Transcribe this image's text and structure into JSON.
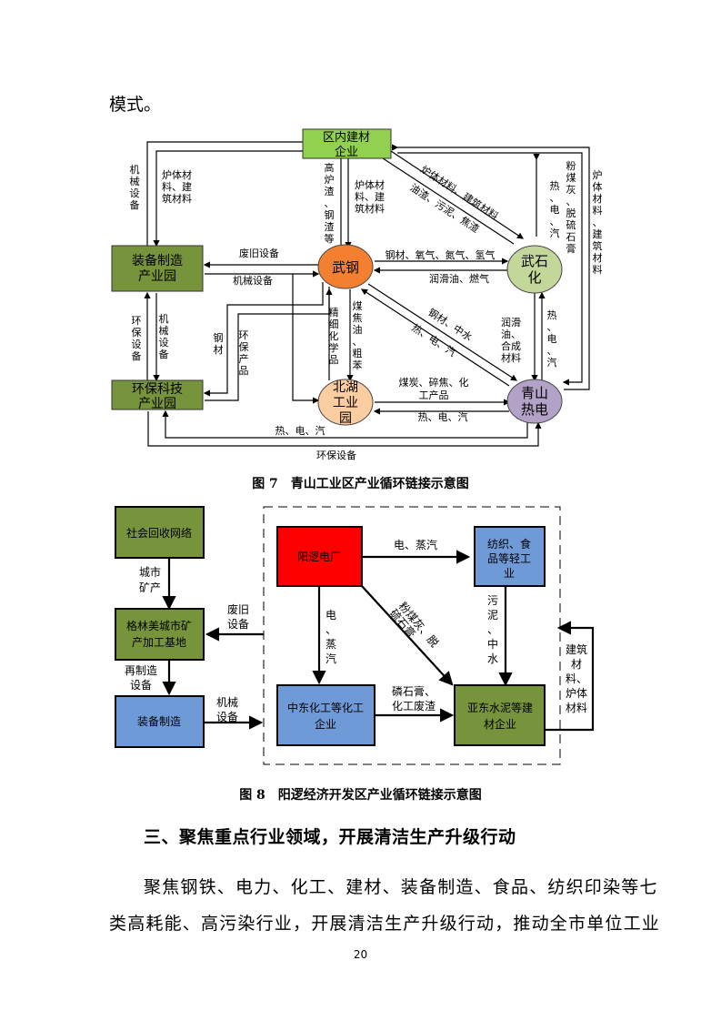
{
  "page": {
    "lead_text": "模式。",
    "heading": "三、聚焦重点行业领域，开展清洁生产升级行动",
    "paragraph_line1": "聚焦钢铁、电力、化工、建材、装备制造、食品、纺织印染等七",
    "paragraph_line2": "类高耗能、高污染行业，开展清洁生产升级行动，推动全市单位工业",
    "page_number": "20"
  },
  "figure7": {
    "caption": "图 7　青山工业区产业循环链接示意图",
    "nodes": {
      "building_materials": [
        "区内建材",
        "企业"
      ],
      "equipment_park": [
        "装备制造",
        "产业园"
      ],
      "wisco": [
        "武钢"
      ],
      "wuhan_petrochem": [
        "武石",
        "化"
      ],
      "env_tech_park": [
        "环保科技",
        "产业园"
      ],
      "beihu_park": [
        "北湖",
        "工业",
        "园"
      ],
      "qingshan_power": [
        "青山",
        "热电"
      ]
    },
    "edge_labels": {
      "mech_equipment_left": [
        "机",
        "械",
        "设",
        "备"
      ],
      "furnace_materials_left": [
        "炉体材",
        "料、建",
        "筑材料"
      ],
      "slag": [
        "高",
        "炉",
        "渣",
        "、",
        "钢",
        "渣",
        "等"
      ],
      "furnace_materials_mid": [
        "炉体材",
        "料、建",
        "筑材料"
      ],
      "diag_upper": "炉体材料、建筑材料",
      "diag_lower": "油渣、污泥、焦渣",
      "heat_power_steam_top": [
        "热",
        "、",
        "电",
        "、",
        "汽"
      ],
      "fly_ash": [
        "粉",
        "煤",
        "灰",
        "、",
        "脱",
        "硫",
        "石",
        "膏"
      ],
      "furnace_materials_right": [
        "炉",
        "体",
        "材",
        "料",
        "、",
        "建",
        "筑",
        "材",
        "料"
      ],
      "waste_equipment": "废旧设备",
      "mech_equipment_mid": "机械设备",
      "steel_gases": "钢材、氧气、氮气、氢气",
      "lube_gas": "润滑油、燃气",
      "env_equipment_left": [
        "环",
        "保",
        "设",
        "备"
      ],
      "mech_equipment_vert": [
        "机",
        "械",
        "设",
        "备"
      ],
      "steel": [
        "钢",
        "材"
      ],
      "env_products": [
        "环",
        "保",
        "产",
        "品"
      ],
      "fine_chem": [
        "精",
        "细",
        "化",
        "学",
        "品"
      ],
      "coal_tar": [
        "煤",
        "焦",
        "油",
        "、",
        "粗",
        "苯"
      ],
      "diag2_upper": "钢材、中水",
      "diag2_lower": "热、电、汽",
      "lube_synth": [
        "润滑",
        "油、",
        "合成",
        "材料"
      ],
      "heat_power_steam_right": [
        "热",
        "、",
        "电",
        "、",
        "汽"
      ],
      "coal_coke": [
        "煤炭、碎焦、化",
        "工产品"
      ],
      "heat_power_steam_mid": "热、电、汽",
      "heat_power_steam_bottom": "热、电、汽",
      "env_equipment_bottom": "环保设备"
    }
  },
  "figure8": {
    "caption": "图 8　阳逻经济开发区产业循环链接示意图",
    "nodes": {
      "recycling_network": [
        "社会回收网络"
      ],
      "gem_base": [
        "格林美城市矿",
        "产加工基地"
      ],
      "equipment_mfg": [
        "装备制造"
      ],
      "yangluo_power": [
        "阳逻电厂"
      ],
      "light_industry": [
        "纺织、食",
        "品等轻工",
        "业"
      ],
      "chemical": [
        "中东化工等化工",
        "企业"
      ],
      "cement": [
        "亚东水泥等建",
        "材企业"
      ]
    },
    "edge_labels": {
      "urban_minerals": [
        "城市",
        "矿产"
      ],
      "waste_equipment": [
        "废旧",
        "设备"
      ],
      "reman_equipment": [
        "再制造",
        "设备"
      ],
      "mech_equipment": [
        "机械",
        "设备"
      ],
      "power_steam_h": "电、蒸汽",
      "power_steam_v": [
        "电",
        "、",
        "蒸",
        "汽"
      ],
      "fly_ash_gypsum": [
        "粉煤灰、脱",
        "硫石膏"
      ],
      "sludge_water": [
        "污",
        "泥",
        "、",
        "中",
        "水"
      ],
      "phospho_gypsum": [
        "磷石膏、",
        "化工废渣"
      ],
      "building_materials": [
        "建筑",
        "材",
        "料、",
        "炉体",
        "材料"
      ]
    }
  },
  "colors": {
    "green_box": "#77933c",
    "light_green_box": "#92d050",
    "orange": "#f28030",
    "pale_green": "#c4d79b",
    "peach": "#fbcda0",
    "lavender": "#b3a2c7",
    "red": "#ff0000",
    "blue": "#6f9ad8"
  }
}
